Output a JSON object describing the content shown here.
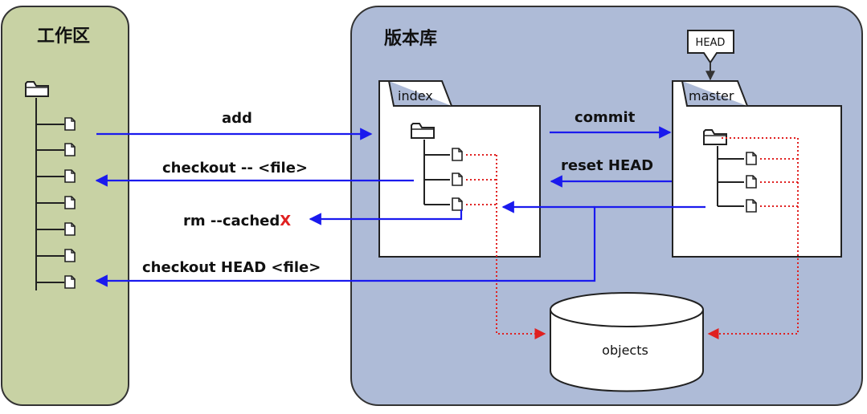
{
  "workspace": {
    "title": "工作区"
  },
  "repository": {
    "title": "版本库"
  },
  "index": {
    "label": "index"
  },
  "master": {
    "label": "master"
  },
  "head": {
    "label": "HEAD"
  },
  "objects": {
    "label": "objects"
  },
  "commands": {
    "add": "add",
    "checkout_file": "checkout -- <file>",
    "rm_cached": "rm --cached",
    "rm_mark": "X",
    "commit": "commit",
    "reset_head": "reset HEAD",
    "checkout_head_file": "checkout HEAD <file>"
  },
  "colors": {
    "workspace_fill": "#c8d2a4",
    "repository_fill": "#aebbd7",
    "arrow_blue": "#1a1aee",
    "dotted_red": "#e02020",
    "rm_mark": "#e02020"
  }
}
